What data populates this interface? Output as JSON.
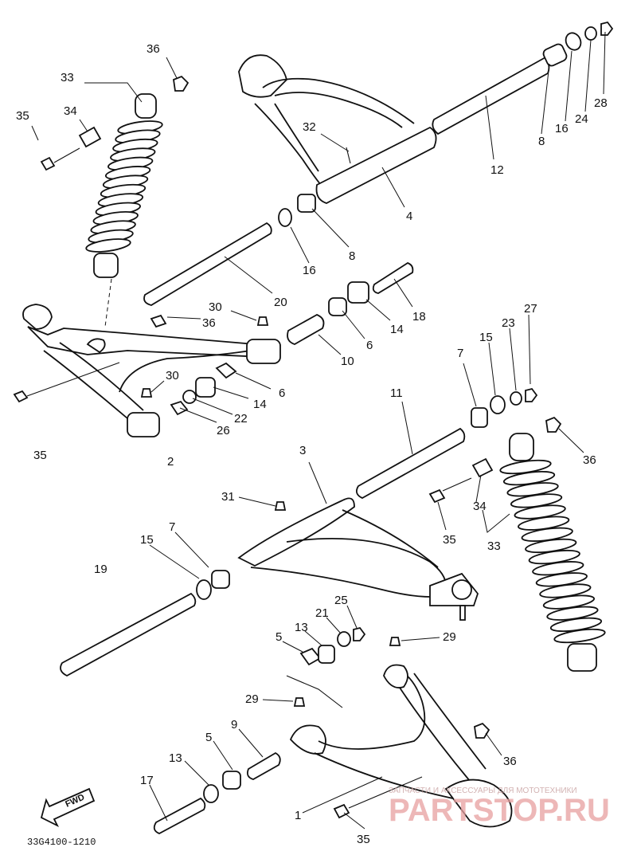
{
  "diagram": {
    "code": "33G4100-1210",
    "fwd_label": "FWD",
    "watermark": {
      "tagline": "ЗАПЧАСТИ И АКСЕССУАРЫ ДЛЯ МОТОТЕХНИКИ",
      "brand": "PARTSTOP.RU"
    }
  },
  "labels": {
    "l1": "36",
    "l2": "33",
    "l3": "34",
    "l4": "35",
    "l5": "32",
    "l6": "4",
    "l7": "12",
    "l8": "8",
    "l9": "16",
    "l10": "24",
    "l11": "28",
    "l12": "8",
    "l13": "16",
    "l14": "20",
    "l15": "18",
    "l16": "30",
    "l17": "36",
    "l18": "14",
    "l19": "6",
    "l20": "10",
    "l21": "30",
    "l22": "6",
    "l23": "14",
    "l24": "22",
    "l25": "26",
    "l26": "35",
    "l27": "2",
    "l28": "7",
    "l29": "15",
    "l30": "23",
    "l31": "27",
    "l32": "11",
    "l33": "36",
    "l34": "3",
    "l35": "31",
    "l36": "34",
    "l37": "35",
    "l38": "33",
    "l39": "7",
    "l40": "15",
    "l41": "19",
    "l42": "5",
    "l43": "13",
    "l44": "21",
    "l45": "25",
    "l46": "29",
    "l47": "29",
    "l48": "9",
    "l49": "5",
    "l50": "13",
    "l51": "17",
    "l52": "1",
    "l53": "36",
    "l54": "35"
  }
}
